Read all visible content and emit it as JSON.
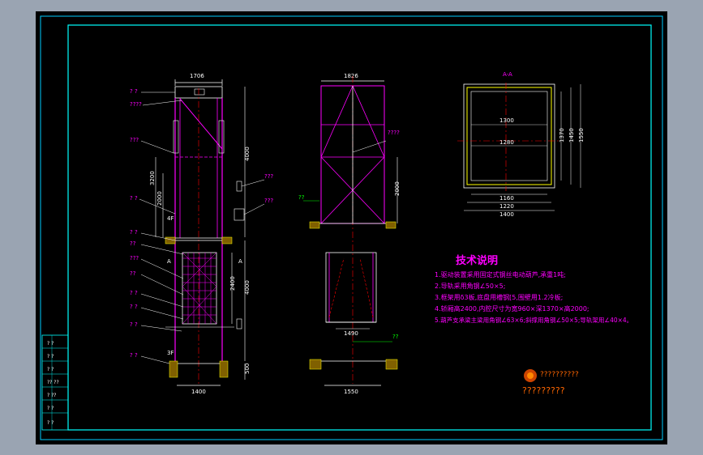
{
  "sheet": {
    "labels": {
      "top_width": "1706",
      "mid_width": "1826",
      "section": "A-A",
      "dim_1300": "1300",
      "dim_1280": "1280",
      "dim_1160": "1160",
      "dim_1220": "1220",
      "dim_1400_plan": "1400",
      "dim_1370": "1370",
      "dim_1450": "1450",
      "dim_1550_side": "1550",
      "dim_4000_top": "4000",
      "dim_3200": "3200",
      "dim_2000_left": "2000",
      "dim_2000_mid": "2000",
      "dim_4000_bottom": "4000",
      "dim_2400": "2400",
      "dim_500": "500",
      "dim_1400_bottom": "1400",
      "dim_1490": "1490",
      "dim_1550_bottom": "1550",
      "marker_4f": "4F",
      "marker_3f": "3F",
      "marker_a_left": "A",
      "marker_a_right": "A",
      "q_a": "? ?",
      "q_b": "????",
      "q_c": "???",
      "q_d": "? ?",
      "q_e": "? ?",
      "q_f": "??",
      "q_g": "???",
      "q_h": "???",
      "q_i": "????",
      "q_j": "??",
      "q_k": "??",
      "q_l": "??",
      "q_m": "? ?",
      "q_n": "? ?",
      "q_o": "? ?",
      "q_p": "? ?",
      "q_q": "? ?",
      "q_r": "???",
      "q_s": "??"
    },
    "notes": {
      "heading": "技术说明",
      "line1": "1.驱动装置采用固定式钢丝电动葫芦,承重1吨;",
      "line2": "2.导轨采用角钢∠50×5;",
      "line3": "3.框架用δ3板,底盘用槽钢[5,围壁用1.2冷板;",
      "line4": "4.轿厢高2400,内腔尺寸为宽960×深1370×高2000;",
      "line5": "5.葫芦支承梁主梁用角钢∠63×6;斜撑用角钢∠50×5;导轨架用∠40×4。"
    },
    "logo_text": "??????????",
    "logo_subtext": "?????????",
    "title_block": {
      "rows": [
        "? ?",
        "? ?",
        "? ?",
        "?? ??",
        "? ??",
        "? ?",
        "? ?"
      ]
    },
    "colors": {
      "frame": "#00ffff",
      "dimension": "#ffffff",
      "structure": "#ff00ff",
      "center_line": "#ff0000",
      "text_note": "#ff00ff",
      "annotation": "#00ff00"
    }
  }
}
